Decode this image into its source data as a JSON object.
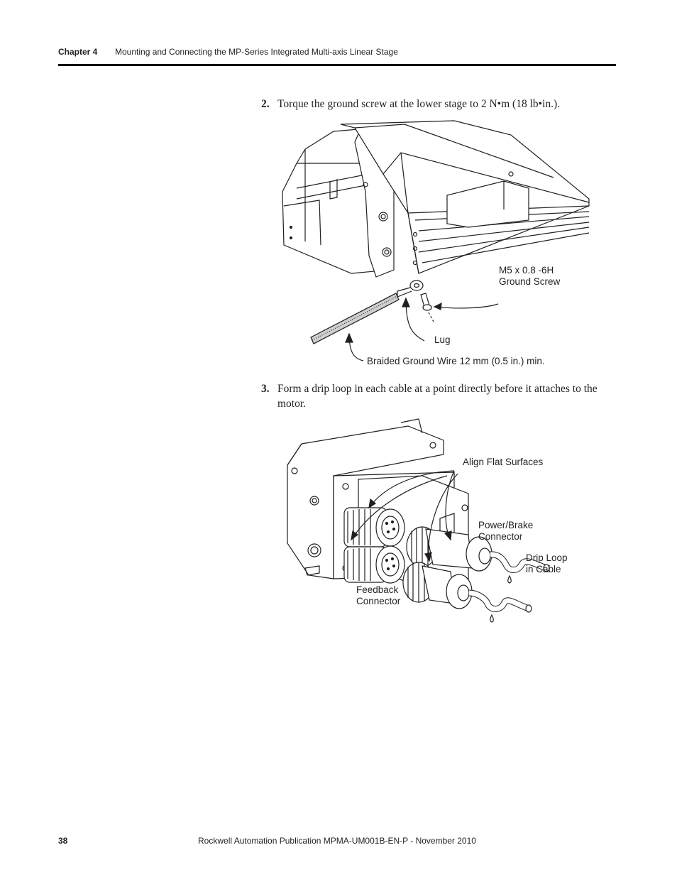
{
  "header": {
    "chapter_label": "Chapter 4",
    "chapter_title": "Mounting and Connecting the MP-Series Integrated Multi-axis Linear Stage"
  },
  "steps": [
    {
      "number": "2.",
      "text": "Torque the ground screw at the lower stage to 2 N•m (18 lb•in.)."
    },
    {
      "number": "3.",
      "text": "Form a drip loop in each cable at a point directly before it attaches to the motor."
    }
  ],
  "figure1": {
    "screw_label_line1": "M5 x 0.8 -6H",
    "screw_label_line2": "Ground Screw",
    "lug_label": "Lug",
    "wire_label": "Braided Ground Wire 12 mm (0.5 in.) min."
  },
  "figure2": {
    "align_label": "Align Flat Surfaces",
    "power_label_line1": "Power/Brake",
    "power_label_line2": "Connector",
    "drip_label_line1": "Drip Loop",
    "drip_label_line2": "in Cable",
    "feedback_label_line1": "Feedback",
    "feedback_label_line2": "Connector"
  },
  "footer": {
    "page_number": "38",
    "publication": "Rockwell Automation Publication MPMA-UM001B-EN-P - November 2010"
  }
}
